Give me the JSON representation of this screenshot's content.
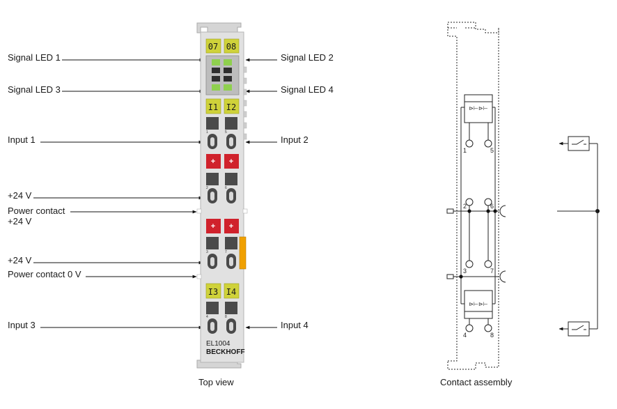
{
  "labels": {
    "signal_led_1": "Signal LED 1",
    "signal_led_2": "Signal LED 2",
    "signal_led_3": "Signal LED 3",
    "signal_led_4": "Signal LED 4",
    "input_1": "Input 1",
    "input_2": "Input 2",
    "plus24_a": "+24 V",
    "power_contact_24_line1": "Power contact",
    "power_contact_24_line2": "+24 V",
    "plus24_b": "+24 V",
    "power_contact_0": "Power contact 0 V",
    "input_3": "Input 3",
    "input_4": "Input 4"
  },
  "module": {
    "led_top_left": "07",
    "led_top_right": "08",
    "input_label_1": "I1",
    "input_label_2": "I2",
    "input_label_3": "I3",
    "input_label_4": "I4",
    "plus_sign": "+",
    "model": "EL1004",
    "brand": "BECKHOFF",
    "terminal_nums": [
      "1",
      "5",
      "2",
      "6",
      "3",
      "7",
      "4",
      "8"
    ]
  },
  "contact_assembly": {
    "terminal_nums": [
      "1",
      "5",
      "2",
      "6",
      "3",
      "7",
      "4",
      "8"
    ]
  },
  "captions": {
    "top_view": "Top view",
    "contact_assembly": "Contact assembly"
  },
  "colors": {
    "led_yellow": "#cfd23a",
    "power_red": "#d0222c",
    "housing": "#e1e1e1",
    "orange_tab": "#f0a000",
    "text": "#1a1a1a"
  }
}
